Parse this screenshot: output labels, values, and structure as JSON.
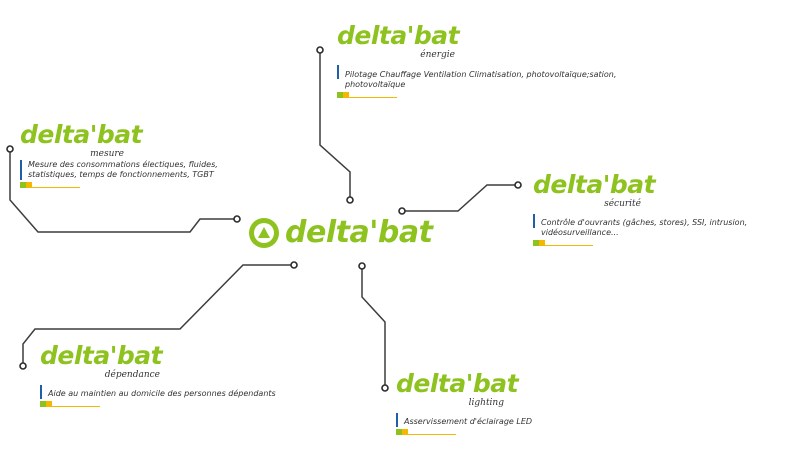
{
  "center": {
    "brand": "delta'bat",
    "icon": "deltabat-logo-icon"
  },
  "modules": [
    {
      "id": "energie",
      "brand": "delta'bat",
      "sub": "énergie",
      "desc": "Pilotage Chauffage Ventilation Climatisation, photovoltaïque;sation, photovoltaïque"
    },
    {
      "id": "mesure",
      "brand": "delta'bat",
      "sub": "mesure",
      "desc": "Mesure des consommations électiques, fluides, statistiques, temps de fonctionnements, TGBT"
    },
    {
      "id": "securite",
      "brand": "delta'bat",
      "sub": "sécurité",
      "desc": "Contrôle d'ouvrants (gâches, stores), SSI, intrusion, vidéosurveillance..."
    },
    {
      "id": "dependance",
      "brand": "delta'bat",
      "sub": "dépendance",
      "desc": "Aide au maintien au domicile des personnes dépendants"
    },
    {
      "id": "lighting",
      "brand": "delta'bat",
      "sub": "lighting",
      "desc": "Asservissement d'éclairage LED"
    }
  ],
  "colors": {
    "brand_green": "#8dc21f",
    "accent_blue": "#1f5fa5",
    "accent_yellow": "#f5b800",
    "line": "#3d3d3d"
  }
}
